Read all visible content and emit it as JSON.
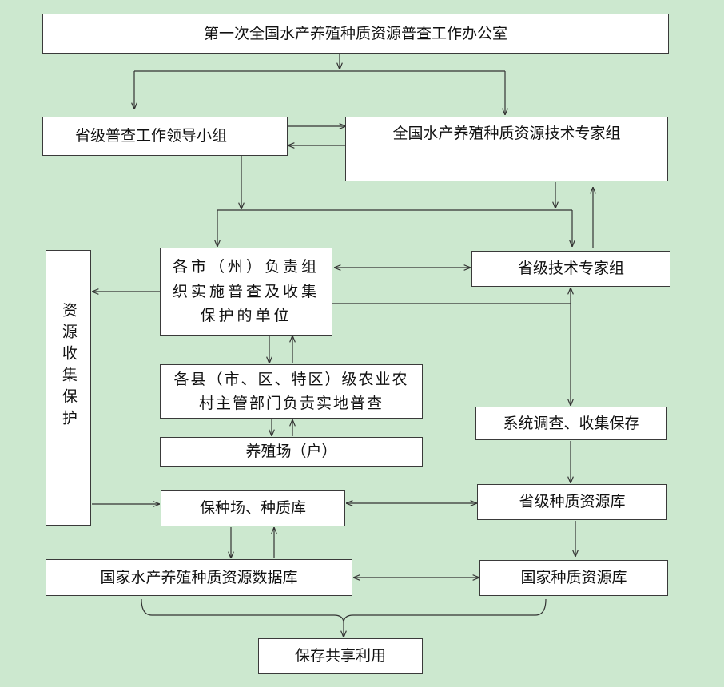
{
  "nodes": {
    "national_office": "第一次全国水产养殖种质资源普查工作办公室",
    "provincial_leading_group": "省级普查工作领导小组",
    "national_expert_group": "全国水产养殖种质资源技术专家组",
    "city_units": "各市（州）负责组织实施普查及收集保护的单位",
    "provincial_expert_group": "省级技术专家组",
    "resource_collection": "资源收集保护",
    "county_departments": "各县（市、区、特区）级农业农村主管部门负责实地普查",
    "farms": "养殖场（户）",
    "system_survey": "系统调查、收集保存",
    "breeding_farms": "保种场、种质库",
    "provincial_germplasm": "省级种质资源库",
    "national_database": "国家水产养殖种质资源数据库",
    "national_germplasm": "国家种质资源库",
    "sharing": "保存共享利用"
  }
}
